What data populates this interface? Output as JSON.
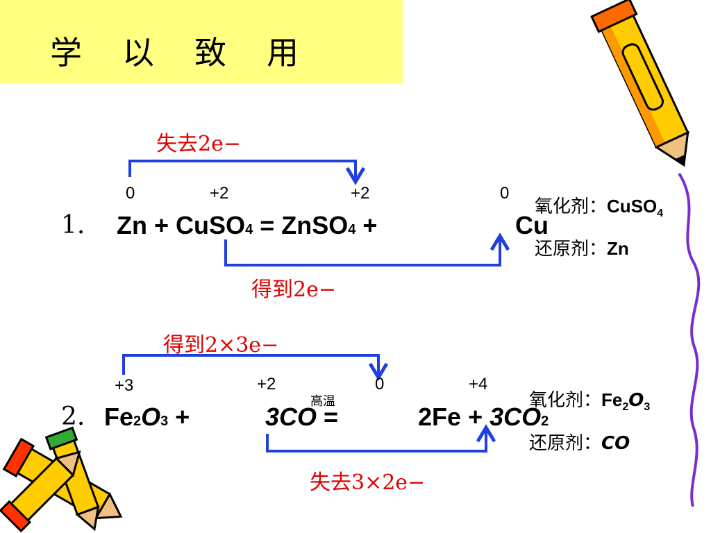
{
  "title": [
    "学",
    "以",
    "致",
    "用"
  ],
  "eq1": {
    "num": "1.",
    "lose_label": "失去2e−",
    "gain_label": "得到2e−",
    "ox": [
      "0",
      "+2",
      "+2",
      "0"
    ],
    "zn": "Zn",
    "plus": "+",
    "cuso4": "CuSO",
    "sub4": "4",
    "equals": "=",
    "znso4": "ZnSO",
    "cu": "Cu",
    "oxidant_label": "氧化剂：",
    "oxidant": "CuSO",
    "oxidant_sub": "4",
    "reductant_label": "还原剂：",
    "reductant": "Zn"
  },
  "eq2": {
    "num": "2.",
    "gain_label": "得到2×3e−",
    "lose_label": "失去3×2e−",
    "ox": [
      "+3",
      "+2",
      "0",
      "+4"
    ],
    "condition": "高温",
    "fe": "Fe",
    "sub2": "2",
    "o": "O",
    "sub3": "3",
    "plus": "+",
    "co3": "3CO",
    "equals": "=",
    "fe2": "2Fe",
    "co2": "3CO",
    "oxidant_label": "氧化剂：",
    "oxidant_fe": "Fe",
    "oxidant_sub2": "2",
    "oxidant_o": "O",
    "oxidant_sub3": "3",
    "reductant_label": "还原剂：",
    "reductant": "CO"
  },
  "colors": {
    "arrow": "#1f3fe0",
    "label": "#e00000",
    "title_bg": "#ffff80"
  }
}
